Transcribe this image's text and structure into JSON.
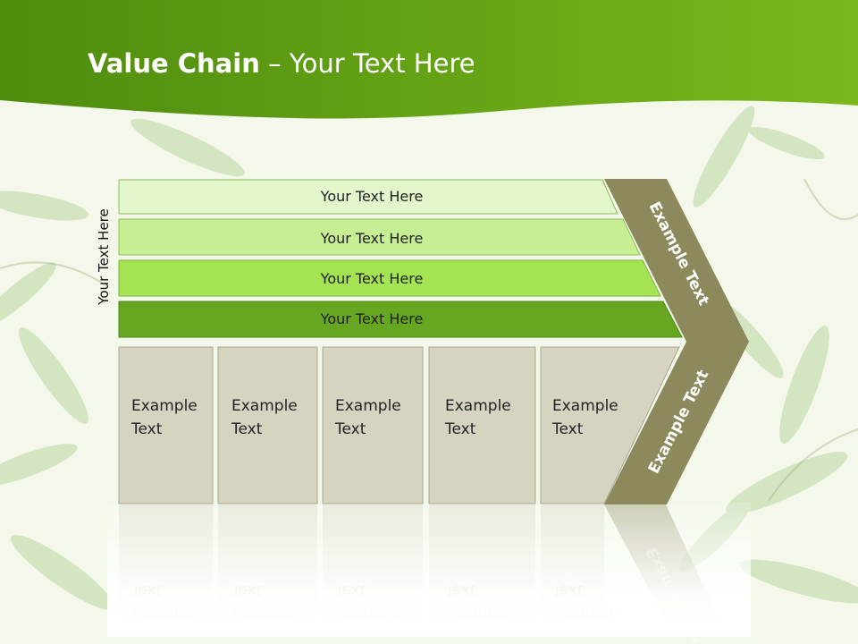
{
  "slide": {
    "title_bold": "Value Chain",
    "title_rest": " – Your Text Here",
    "side_label": "Your Text Here"
  },
  "bars": [
    {
      "label": "Your Text Here",
      "color": "#e4f6cc"
    },
    {
      "label": "Your Text Here",
      "color": "#c8ee94"
    },
    {
      "label": "Your Text Here",
      "color": "#a4e452"
    },
    {
      "label": "Your Text Here",
      "color": "#66a620"
    }
  ],
  "boxes": [
    {
      "line1": "Example",
      "line2": "Text"
    },
    {
      "line1": "Example",
      "line2": "Text"
    },
    {
      "line1": "Example",
      "line2": "Text"
    },
    {
      "line1": "Example",
      "line2": "Text"
    },
    {
      "line1": "Example",
      "line2": "Text"
    }
  ],
  "chevron": {
    "upper_label": "Example Text",
    "lower_label": "Example Text",
    "color": "#8c8a5c"
  },
  "colors": {
    "header_green": "#5f9e12",
    "box_fill": "#d6d4c0",
    "box_stroke": "#a8a690"
  }
}
